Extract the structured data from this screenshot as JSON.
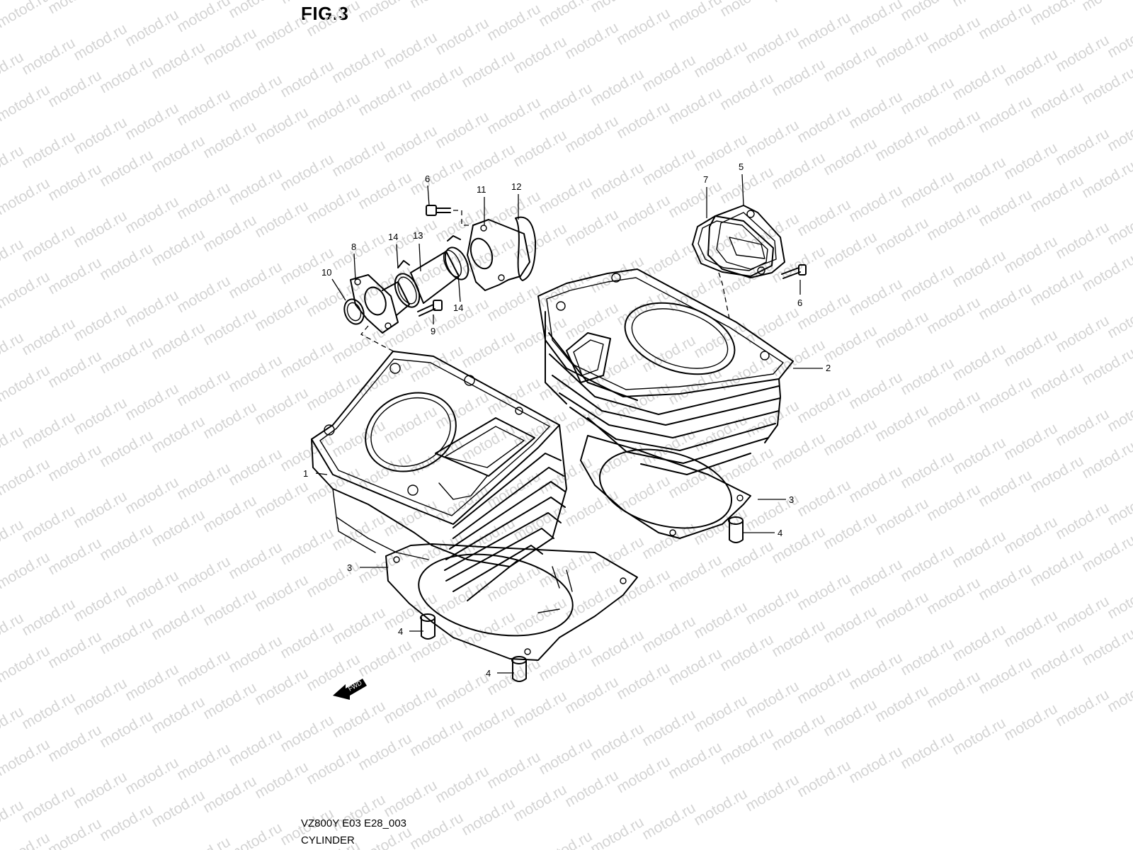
{
  "figure": {
    "title": "FIG.3",
    "code": "VZ800Y E03 E28_003",
    "name": "CYLINDER",
    "watermark": "motod.ru",
    "fwd_label": "FWD"
  },
  "callouts": {
    "c1": "1",
    "c2": "2",
    "c3a": "3",
    "c3b": "3",
    "c4a": "4",
    "c4b": "4",
    "c4c": "4",
    "c5": "5",
    "c6a": "6",
    "c6b": "6",
    "c7": "7",
    "c8": "8",
    "c9": "9",
    "c10": "10",
    "c11": "11",
    "c12": "12",
    "c13": "13",
    "c14a": "14",
    "c14b": "14"
  },
  "colors": {
    "line": "#000000",
    "watermark": "#d4d4d4",
    "background": "#ffffff"
  }
}
